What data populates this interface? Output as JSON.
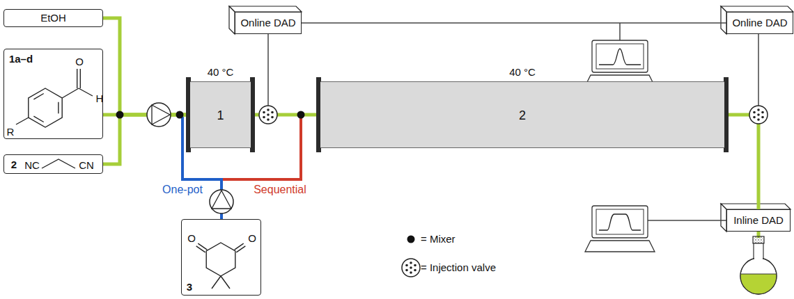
{
  "diagram": {
    "nodes": [
      {
        "text": [
          "EtOH"
        ]
      },
      {
        "text": [
          "1a–d",
          "O",
          "H",
          "R"
        ]
      },
      {
        "text": [
          "2",
          "NC",
          "CN"
        ]
      },
      {
        "text": [
          "Online DAD"
        ]
      },
      {
        "text": [
          "40 °C",
          "1"
        ]
      },
      {
        "text": [
          "40 °C",
          "2"
        ]
      },
      {
        "text": [
          "Online DAD"
        ]
      },
      {
        "text": [
          "Inline DAD"
        ]
      },
      {
        "text": [
          "3",
          "O",
          "O"
        ]
      }
    ],
    "edges": [
      {
        "from": 0,
        "to": 4,
        "arrow": "none"
      },
      {
        "from": 1,
        "to": 4,
        "arrow": "none"
      },
      {
        "from": 2,
        "to": 4,
        "arrow": "none"
      },
      {
        "from": 4,
        "to": 5,
        "arrow": "none"
      },
      {
        "from": 5,
        "to": 7,
        "arrow": "none"
      },
      {
        "from": 3,
        "to": 6,
        "arrow": "none"
      },
      {
        "from": 8,
        "to": 4,
        "label": "One-pot",
        "arrow": "none"
      },
      {
        "from": 8,
        "to": 5,
        "label": "Sequential",
        "arrow": "none"
      }
    ],
    "legend": [
      {
        "text": "= Mixer"
      },
      {
        "text": "= Injection valve"
      }
    ]
  }
}
